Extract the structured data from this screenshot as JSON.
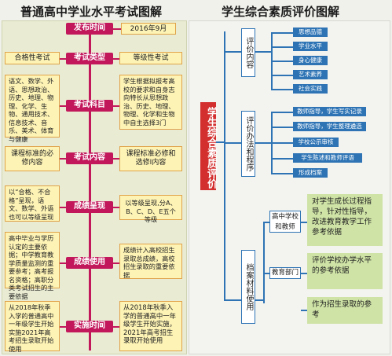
{
  "left": {
    "title": "普通高中学业水平考试图解",
    "stem_tags": {
      "publish_time": "发布时间",
      "exam_type": "考试类型",
      "exam_subjects": "考试科目",
      "exam_content": "考试内容",
      "result_display": "成绩呈现",
      "result_use": "成绩使用",
      "implement_time": "实施时间"
    },
    "date": "2016年9月",
    "col_a": {
      "type": "合格性考试",
      "subjects": "语文、数学、外语、思想政治、历史、地理、物理、化学、生物、通用技术、信息技术、音乐、美术、体育与健康",
      "content": "课程标准的必修内容",
      "display": "以“合格、不合格”呈现，语文、数学、外语也可以等级呈现",
      "use": "高中毕业与学历认定的主要依据；中学教育教学质量监测的重要参考；高考报名资格；高职分类考试招生的主要依据",
      "implement": "从2018年秋季入学的普通高中一年级学生开始实施"
    },
    "col_b": {
      "type": "等级性考试",
      "subjects": "学生根据拟报考高校的要求和自身志向特长从思想政治、历史、地理、物理、化学和生物中自主选择3门",
      "content": "课程标准必修和选修Ⅰ内容",
      "display": "以等级呈现,分A、B、C、D、E五个等级",
      "use": "成绩计入高校招生录取总成绩，高校招生录取的重要依据",
      "implement": "从2018年秋季入学的普通高中一年级学生开始实施，2021年高考招生录取开始使用"
    },
    "col_a_implement_extra": "2021年高考招生录取开始使用"
  },
  "right": {
    "title": "学生综合素质评价图解",
    "root": "学生综合素质评价",
    "content_label": "评价内容",
    "content_items": [
      "思想品德",
      "学业水平",
      "身心健康",
      "艺术素养",
      "社会实践"
    ],
    "method_label": "评价办法和程序",
    "method_items": [
      "教师指导，学生写实记录",
      "教师指导，学生整理遴选",
      "学校公示审核",
      "学生陈述和教师评语",
      "形成档案"
    ],
    "archive_label": "档案材料使用",
    "archive_users": [
      "高中学校和教师",
      "教育部门"
    ],
    "archive_uses": [
      "对学生成长过程指导，针对性指导，改进教育教学工作参考依据",
      "评价学校办学水平的参考依据",
      "作为招生录取的参考"
    ]
  },
  "colors": {
    "stem": "#c2185b",
    "yellow_box": "#fdf3b5",
    "blue": "#2e74b5",
    "red": "#d32f2f",
    "green": "#cfe3a6"
  }
}
